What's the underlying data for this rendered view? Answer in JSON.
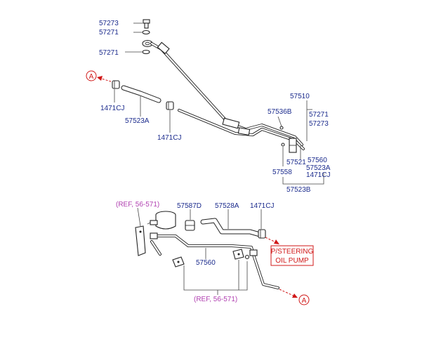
{
  "colors": {
    "label": "#1a2a8c",
    "reference": "#b03fb0",
    "callout": "#d01818",
    "line": "#222222"
  },
  "labels": {
    "p57273_top": "57273",
    "p57271_top": "57271",
    "p57271_mid": "57271",
    "p1471cj_left": "1471CJ",
    "p57523a_left": "57523A",
    "p1471cj_center": "1471CJ",
    "p57510": "57510",
    "p57536b": "57536B",
    "p57271_right": "57271",
    "p57273_right": "57273",
    "p57560_right": "57560",
    "p57521": "57521",
    "p57523a_right": "57523A",
    "p1471cj_right": "1471CJ",
    "p57558": "57558",
    "p57523b": "57523B",
    "ref_top": "(REF, 56-571)",
    "p57587d": "57587D",
    "p57528a": "57528A",
    "p1471cj_bottom": "1471CJ",
    "p57560_bottom": "57560",
    "ref_bottom": "(REF, 56-571)"
  },
  "callouts": {
    "a_top": "A",
    "a_bottom": "A",
    "pump_line1": "P/STEERING",
    "pump_line2": "OIL PUMP"
  }
}
